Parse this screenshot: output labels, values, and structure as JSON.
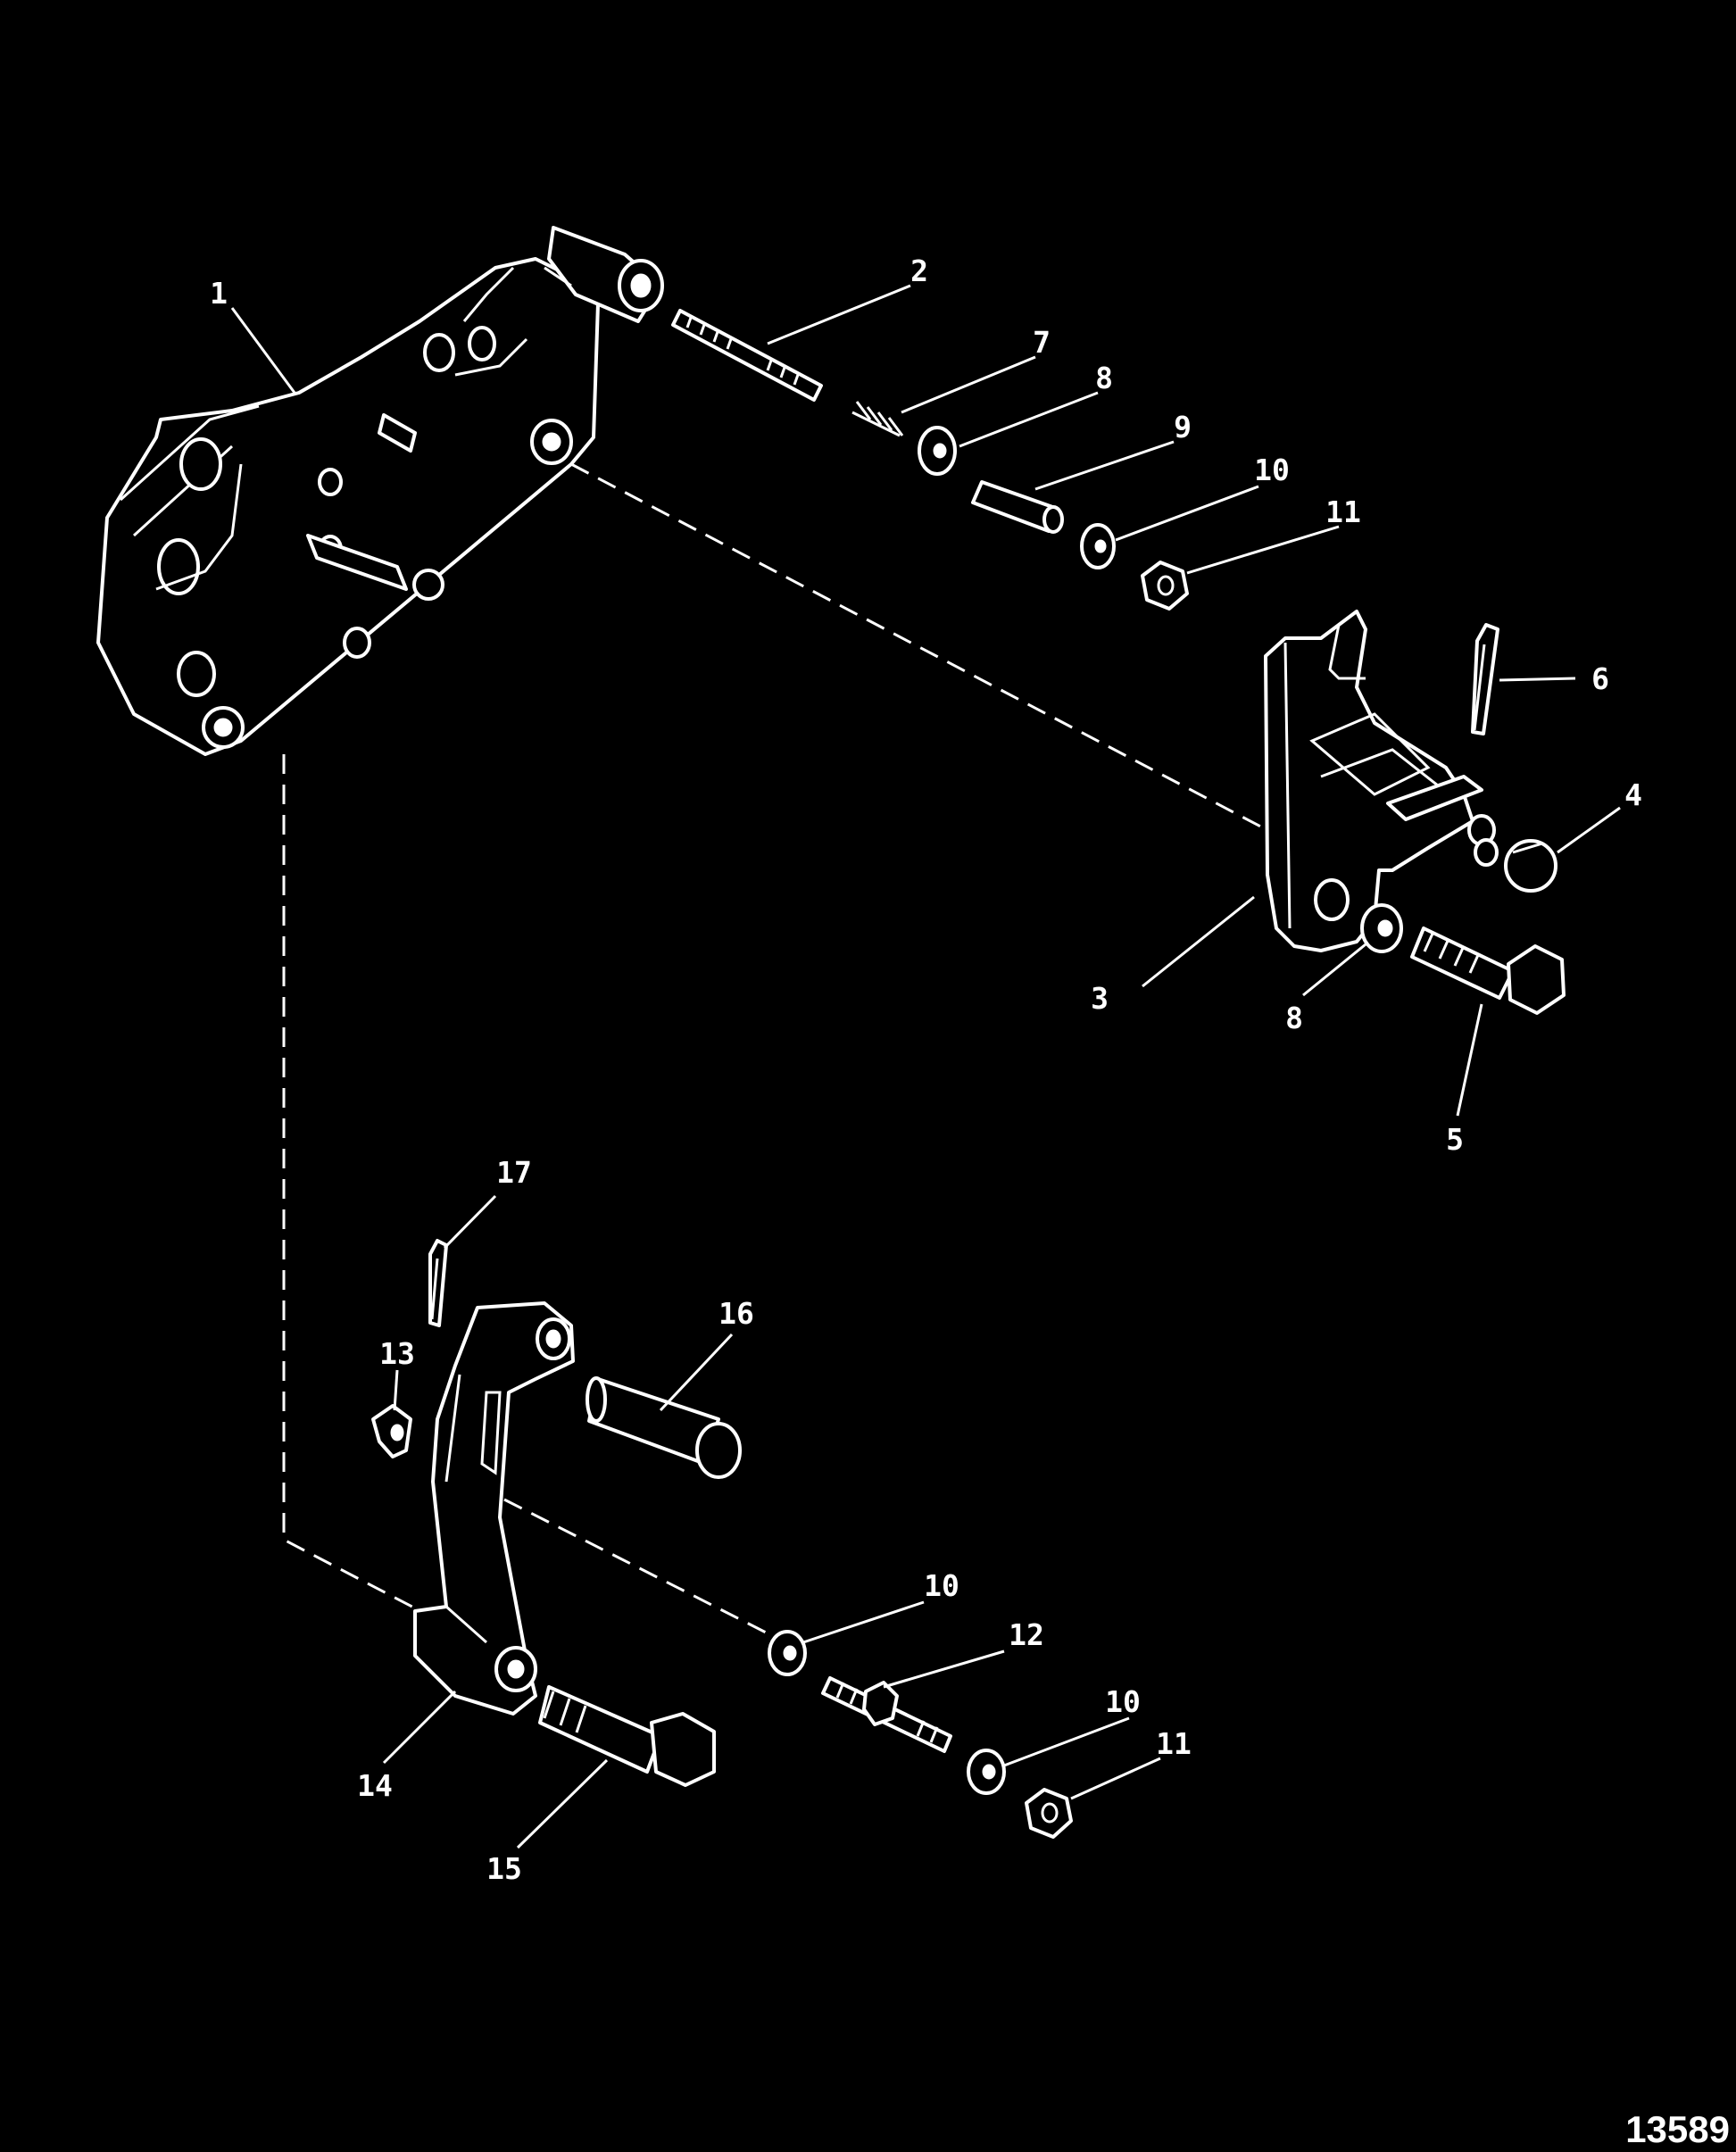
{
  "diagram": {
    "background": "#000000",
    "line_color": "#ffffff",
    "figure_number": "13589",
    "callouts": {
      "c1": "1",
      "c2": "2",
      "c3": "3",
      "c4": "4",
      "c5": "5",
      "c6": "6",
      "c7": "7",
      "c8a": "8",
      "c8b": "8",
      "c9": "9",
      "c10a": "10",
      "c10b": "10",
      "c10c": "10",
      "c11a": "11",
      "c11b": "11",
      "c12": "12",
      "c13": "13",
      "c14": "14",
      "c15": "15",
      "c16": "16",
      "c17": "17"
    }
  }
}
